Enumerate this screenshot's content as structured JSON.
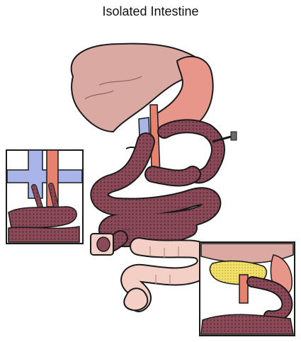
{
  "figure": {
    "title": "Isolated Intestine",
    "colors": {
      "liver": "#d9a9a2",
      "stomach": "#e9968a",
      "small_intestine": "#8a4a58",
      "colon": "#f4cfc6",
      "vein": "#a9b4e8",
      "artery": "#e8826e",
      "pancreas": "#f2e06a",
      "outline": "#1a1a1a"
    },
    "panels": [
      {
        "name": "left-inset",
        "depicts": "vascular-anastomosis"
      },
      {
        "name": "right-inset",
        "depicts": "pancreas-and-duodenum"
      }
    ]
  }
}
